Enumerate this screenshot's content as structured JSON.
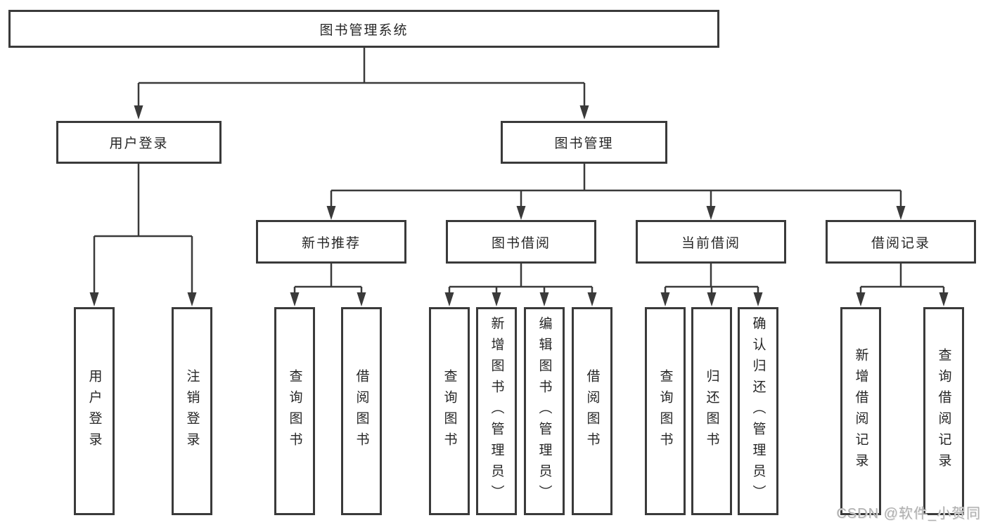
{
  "tree": {
    "root": {
      "label": "图书管理系统",
      "children": [
        {
          "label": "用户登录",
          "children": [
            {
              "label": "用户登录"
            },
            {
              "label": "注销登录"
            }
          ]
        },
        {
          "label": "图书管理",
          "children": [
            {
              "label": "新书推荐",
              "children": [
                {
                  "label": "查询图书"
                },
                {
                  "label": "借阅图书"
                }
              ]
            },
            {
              "label": "图书借阅",
              "children": [
                {
                  "label": "查询图书"
                },
                {
                  "label": "新增图书（管理员）"
                },
                {
                  "label": "编辑图书（管理员）"
                },
                {
                  "label": "借阅图书"
                }
              ]
            },
            {
              "label": "当前借阅",
              "children": [
                {
                  "label": "查询图书"
                },
                {
                  "label": "归还图书"
                },
                {
                  "label": "确认归还（管理员）"
                }
              ]
            },
            {
              "label": "借阅记录",
              "children": [
                {
                  "label": "新增借阅记录"
                },
                {
                  "label": "查询借阅记录"
                }
              ]
            }
          ]
        }
      ]
    }
  },
  "watermark": "CSDN @软件_小贺同学",
  "colors": {
    "line": "#3a3a3a",
    "box_border": "#3a3a3a",
    "text": "#262626",
    "background": "#ffffff",
    "watermark": "#b0b0b0"
  }
}
